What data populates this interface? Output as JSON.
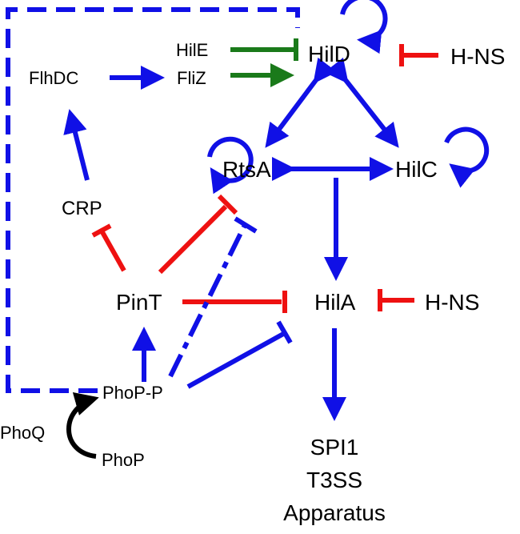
{
  "nodes": {
    "hild": "HilD",
    "hne": "HilE",
    "fliz": "FliZ",
    "flhdc": "FlhDC",
    "hns_top": "H-NS",
    "rtsa": "RtsA",
    "hilc": "HilC",
    "crp": "CRP",
    "pint": "PinT",
    "hila": "HilA",
    "hns_mid": "H-NS",
    "phop_p": "PhoP-P",
    "phoq": "PhoQ",
    "phop": "PhoP",
    "spi1_line1": "SPI1",
    "spi1_line2": "T3SS",
    "spi1_line3": "Apparatus"
  },
  "colors": {
    "activation": "#1010e6",
    "repression": "#ee1111",
    "hile_fliz": "#1a7a1a",
    "phosphorylation": "#000000"
  }
}
